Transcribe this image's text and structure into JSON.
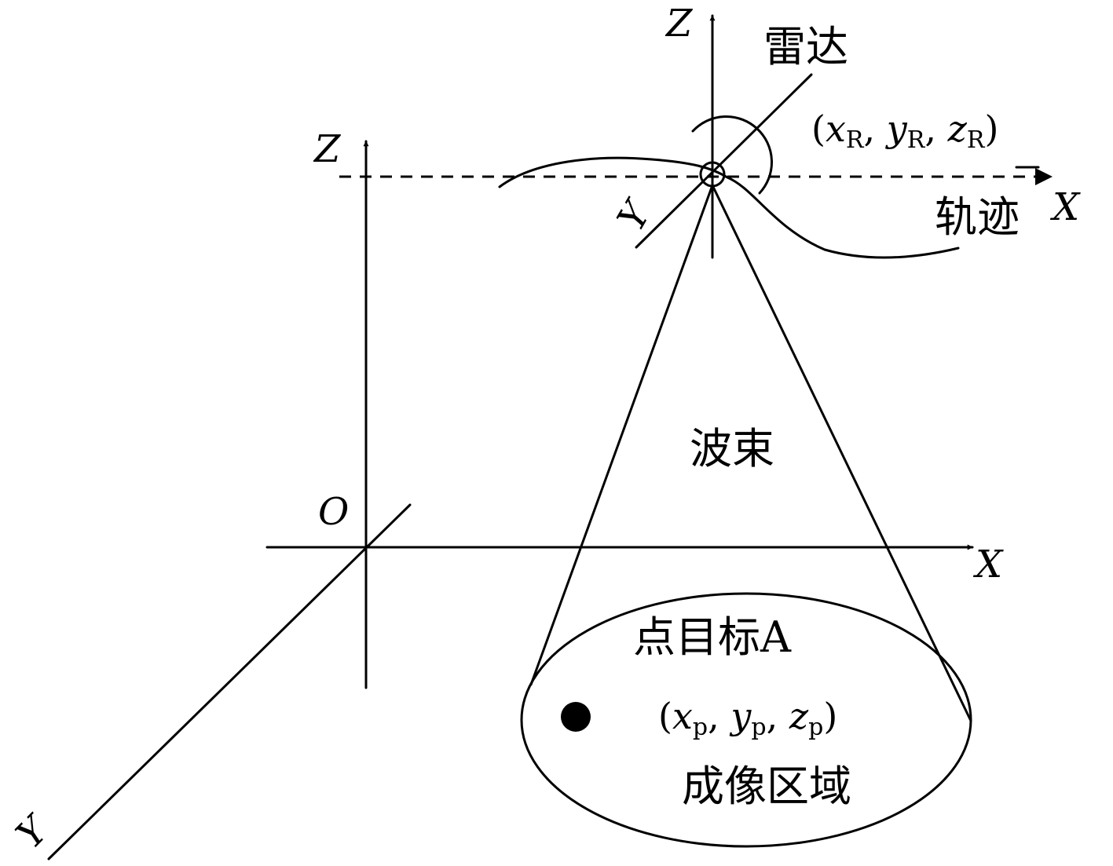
{
  "labels": {
    "radar": "雷达",
    "trajectory": "轨迹",
    "beam": "波束",
    "point_target": "点目标A",
    "imaging_area": "成像区域",
    "origin": "O"
  },
  "axes": {
    "ground": {
      "x": "X",
      "y": "Y",
      "z": "Z"
    },
    "radar": {
      "x": "X",
      "y": "Y",
      "z": "Z"
    }
  },
  "radar_coord": {
    "open": "(",
    "x": "x",
    "x_sub": "R",
    "y": "y",
    "y_sub": "R",
    "z": "z",
    "z_sub": "R",
    "sep": ",",
    "close": ")"
  },
  "target_coord": {
    "open": "(",
    "x": "x",
    "x_sub": "p",
    "y": "y",
    "y_sub": "p",
    "z": "z",
    "z_sub": "p",
    "sep": ",",
    "close": ")"
  }
}
